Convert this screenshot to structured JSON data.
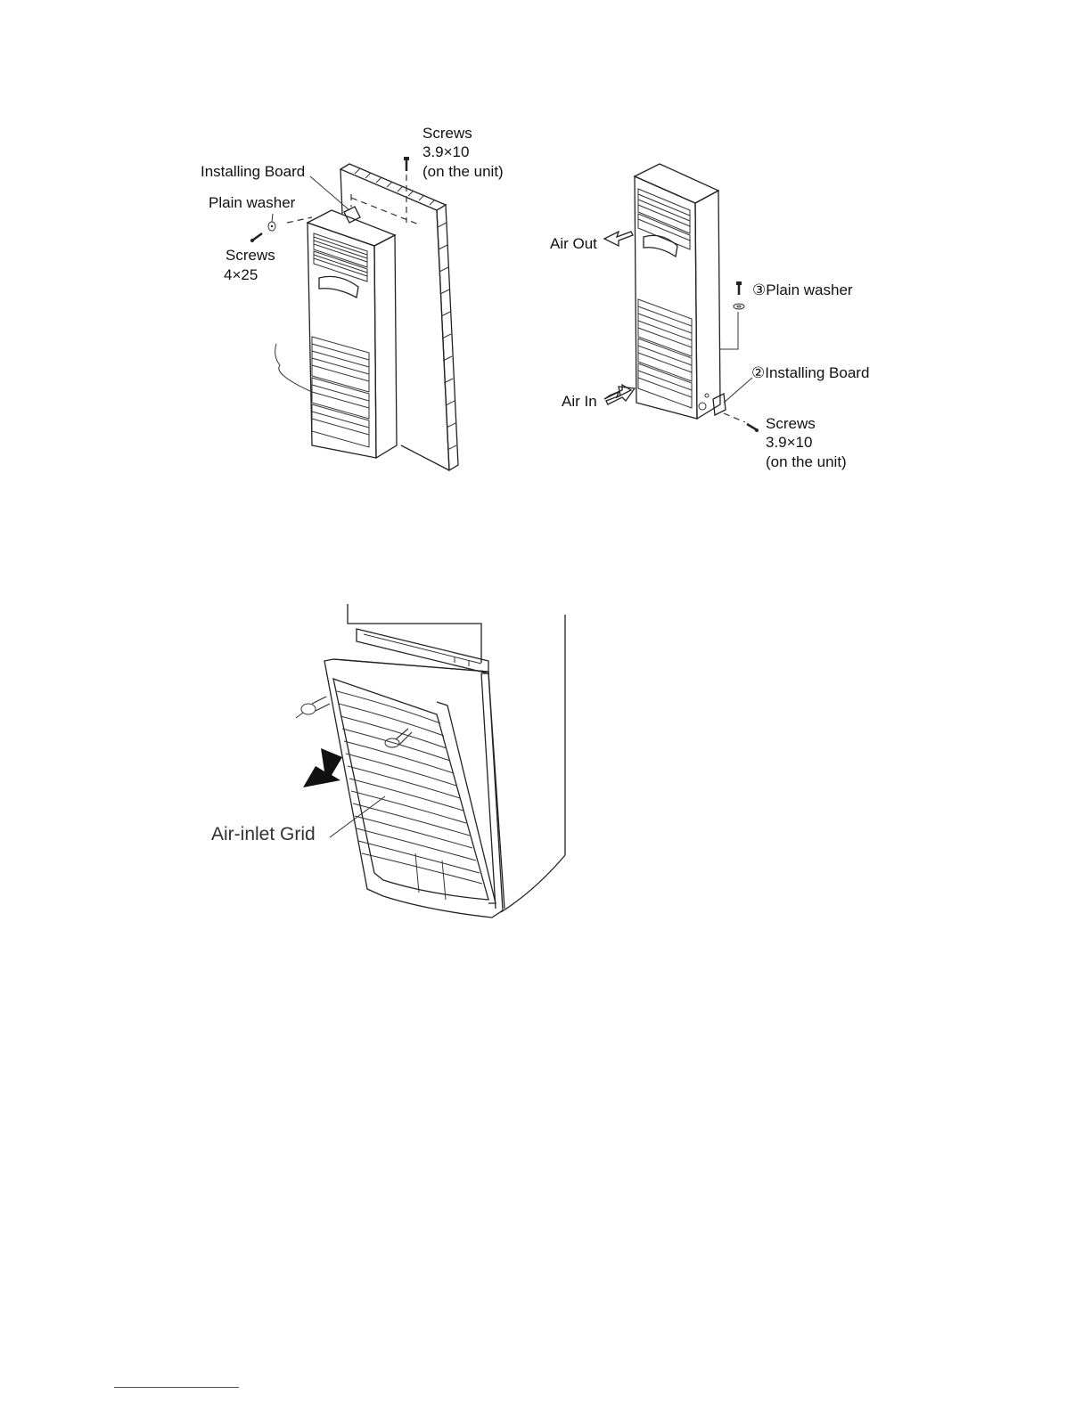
{
  "figure1": {
    "labels": {
      "screws_top": "Screws",
      "screws_top_size": "3.9×10",
      "screws_top_note": "(on the unit)",
      "installing_board": "Installing Board",
      "plain_washer": "Plain washer",
      "screws_left": "Screws",
      "screws_left_size": "4×25"
    }
  },
  "figure2": {
    "labels": {
      "air_out": "Air Out",
      "air_in": "Air In",
      "plain_washer": "③Plain washer",
      "installing_board": "②Installing Board",
      "screws": "Screws",
      "screws_size": "3.9×10",
      "screws_note": "(on the unit)"
    }
  },
  "figure3": {
    "labels": {
      "air_inlet_grid": "Air-inlet Grid"
    }
  },
  "footer_rule_color": "#3355bb"
}
